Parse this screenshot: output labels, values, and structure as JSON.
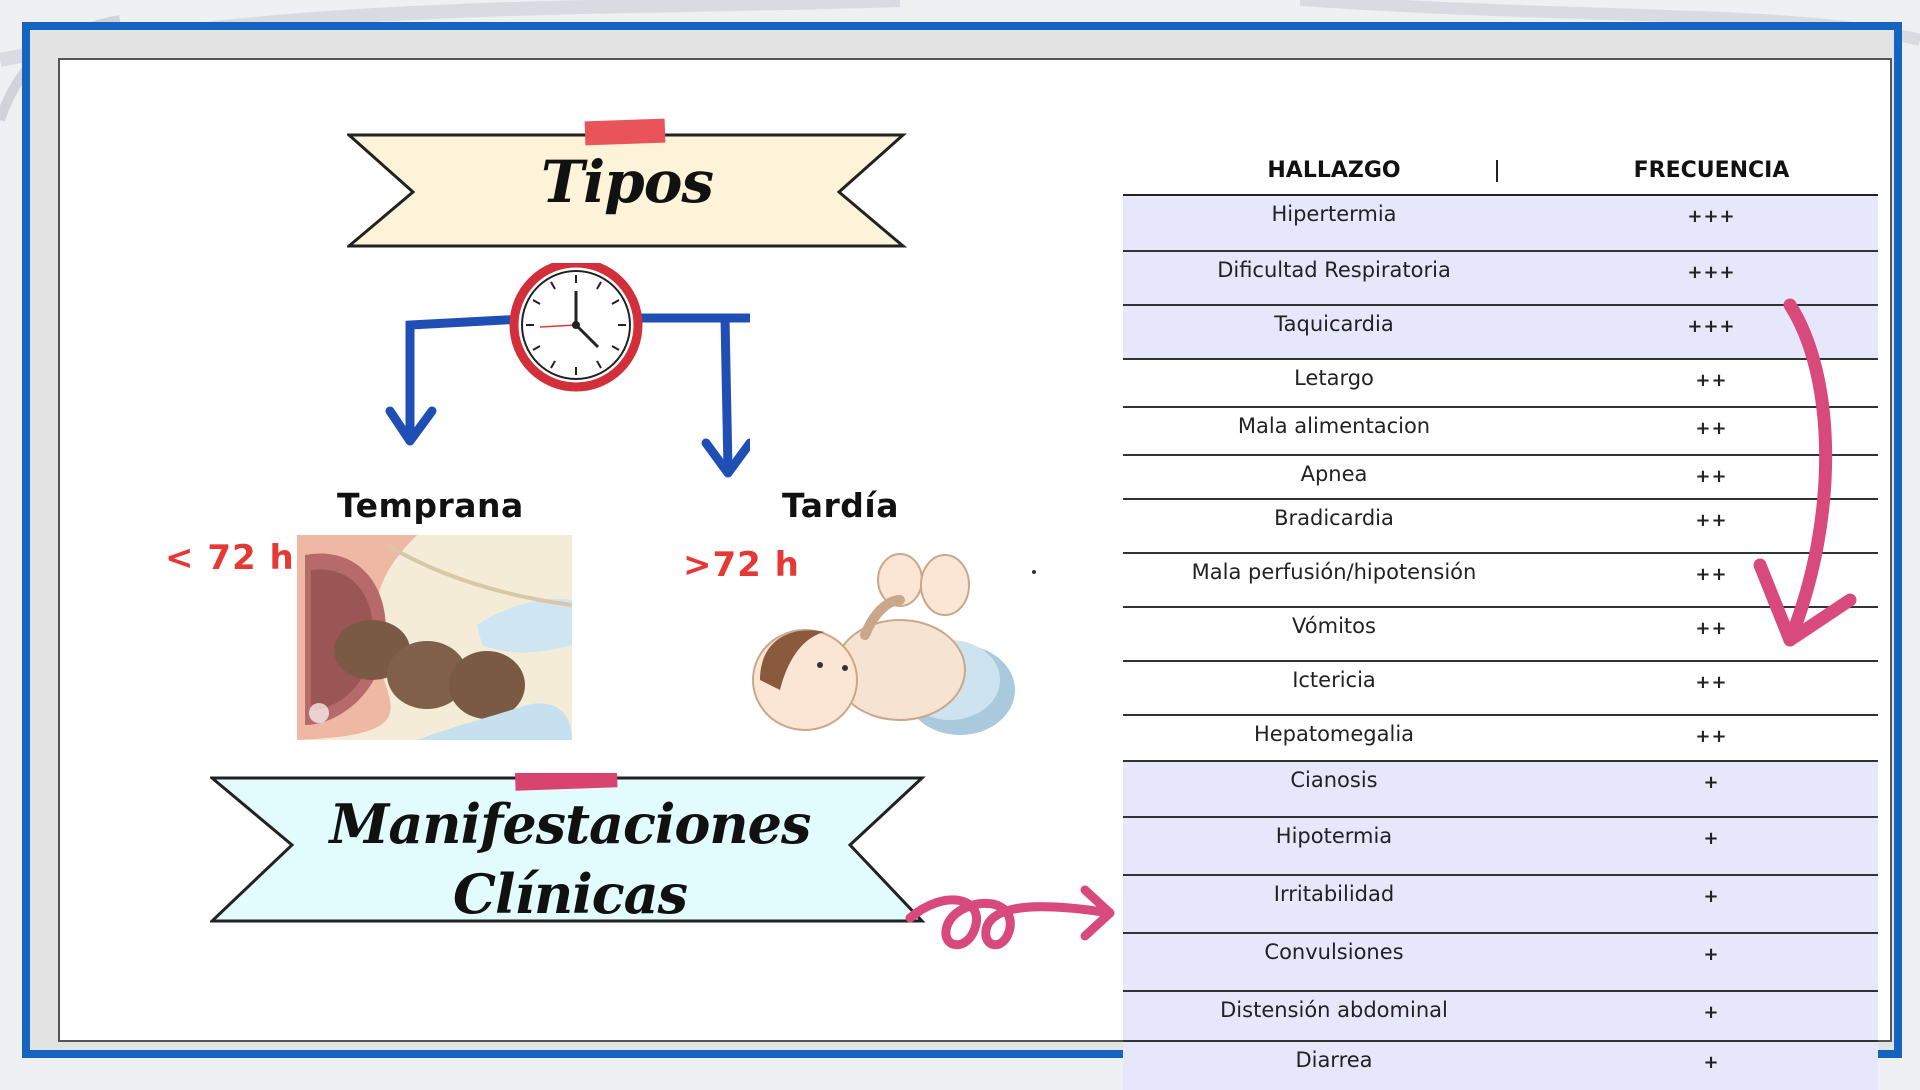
{
  "left": {
    "tipos_banner": {
      "title": "Tipos"
    },
    "types": [
      {
        "name": "Temprana",
        "hours": "< 72 h"
      },
      {
        "name": "Tardía",
        "hours": ">72 h"
      }
    ],
    "manifestaciones_banner": {
      "line1": "Manifestaciones",
      "line2": "Clínicas"
    }
  },
  "table": {
    "headers": {
      "finding": "HALLAZGO",
      "frequency": "FRECUENCIA"
    },
    "rows": [
      {
        "finding": "Hipertermia",
        "frequency": "+++"
      },
      {
        "finding": "Dificultad Respiratoria",
        "frequency": "+++"
      },
      {
        "finding": "Taquicardia",
        "frequency": "+++"
      },
      {
        "finding": "Letargo",
        "frequency": "++"
      },
      {
        "finding": "Mala alimentacion",
        "frequency": "++"
      },
      {
        "finding": "Apnea",
        "frequency": "++"
      },
      {
        "finding": "Bradicardia",
        "frequency": "++"
      },
      {
        "finding": "Mala perfusión/hipotensión",
        "frequency": "++"
      },
      {
        "finding": "Vómitos",
        "frequency": "++"
      },
      {
        "finding": "Ictericia",
        "frequency": "++"
      },
      {
        "finding": "Hepatomegalia",
        "frequency": "++"
      },
      {
        "finding": "Cianosis",
        "frequency": "+"
      },
      {
        "finding": "Hipotermia",
        "frequency": "+"
      },
      {
        "finding": "Irritabilidad",
        "frequency": "+"
      },
      {
        "finding": "Convulsiones",
        "frequency": "+"
      },
      {
        "finding": "Distensión abdominal",
        "frequency": "+"
      },
      {
        "finding": "Diarrea",
        "frequency": "+"
      }
    ]
  },
  "colors": {
    "frame_border": "#1565c0",
    "tree_arrows": "#1f4fb5",
    "clock_ring": "#d32f3a",
    "hours_text": "#e53935",
    "tape_red": "#e8545a",
    "tape_pink": "#d9436f",
    "pink_arrows": "#d94a7c",
    "row_shade": "#e6e7fb",
    "tipos_banner_fill": "#fdf3d8",
    "manif_banner_fill": "#e2fbfd"
  }
}
